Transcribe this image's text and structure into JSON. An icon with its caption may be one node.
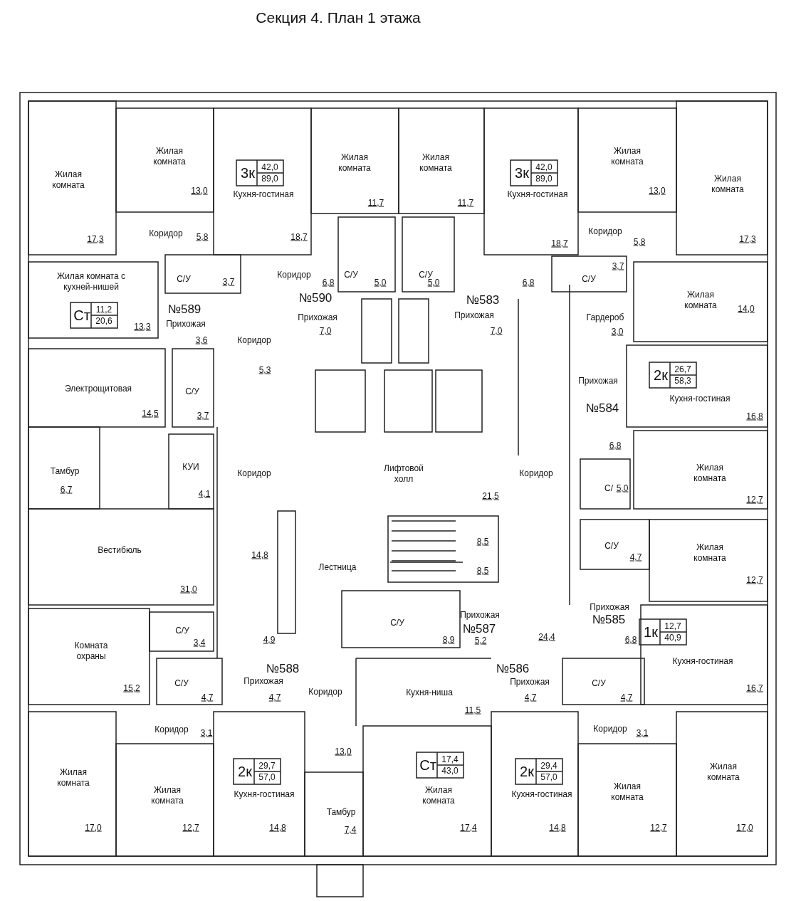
{
  "diagram": {
    "title": "Секция 4. План 1 этажа",
    "labels": [
      "Жилая комната",
      "17,3",
      "Жилая комната",
      "13,0",
      "3к",
      "42,0",
      "89,0",
      "Кухня-гостиная",
      "18,7",
      "Жилая комната",
      "11,7",
      "Жилая комната",
      "11,7",
      "3к",
      "42,0",
      "89,0",
      "Кухня-гостиная",
      "18,7",
      "Жилая комната",
      "13,0",
      "Жилая комната",
      "17,3",
      "Коридор",
      "5,8",
      "Коридор",
      "5,8",
      "С/У",
      "3,7",
      "Коридор",
      "6,8",
      "С/У",
      "5,0",
      "С/У",
      "5,0",
      "6,8",
      "С/У",
      "3,7",
      "Жилая комната с кухней-нишей",
      "Ст",
      "11,2",
      "20,6",
      "13,3",
      "Жилая комната",
      "14,0",
      "№589",
      "Прихожая",
      "№590",
      "Прихожая",
      "7,0",
      "№583",
      "Прихожая",
      "7,0",
      "Гардероб",
      "3,0",
      "Коридор",
      "3,6",
      "5,3",
      "Прихожая",
      "2к",
      "26,7",
      "58,3",
      "Электрощитовая",
      "С/У",
      "Кухня-гостиная",
      "№584",
      "14,5",
      "3,7",
      "16,8",
      "6,8",
      "Тамбур",
      "КУИ",
      "Коридор",
      "Лифтовой холл",
      "Коридор",
      "Жилая комната",
      "С/",
      "5,0",
      "6,7",
      "4,1",
      "21,5",
      "12,7",
      "8,5",
      "С/У",
      "Вестибюль",
      "Жилая комната",
      "14,8",
      "4,7",
      "Лестница",
      "8,5",
      "12,7",
      "31,0",
      "Прихожая",
      "Прихожая",
      "№585",
      "С/У",
      "№587",
      "С/У",
      "1к",
      "12,7",
      "40,9",
      "24,4",
      "8,9",
      "4,9",
      "6,8",
      "5,2",
      "3,4",
      "Комната охраны",
      "Кухня-гостиная",
      "№588",
      "№586",
      "Прихожая",
      "С/У",
      "Прихожая",
      "С/У",
      "15,2",
      "16,7",
      "Коридор",
      "Кухня-ниша",
      "4,7",
      "4,7",
      "4,7",
      "4,7",
      "11,5",
      "Коридор",
      "Коридор",
      "3,1",
      "3,1",
      "13,0",
      "Ст",
      "17,4",
      "43,0",
      "2к",
      "29,7",
      "57,0",
      "2к",
      "29,4",
      "57,0",
      "Жилая комната",
      "Жилая комната",
      "Кухня-гостиная",
      "Кухня-гостиная",
      "Жилая комната",
      "Жилая комната",
      "Жилая комната",
      "Тамбур",
      "17,0",
      "12,7",
      "14,8",
      "17,4",
      "14,8",
      "12,7",
      "17,0",
      "7,4"
    ]
  }
}
